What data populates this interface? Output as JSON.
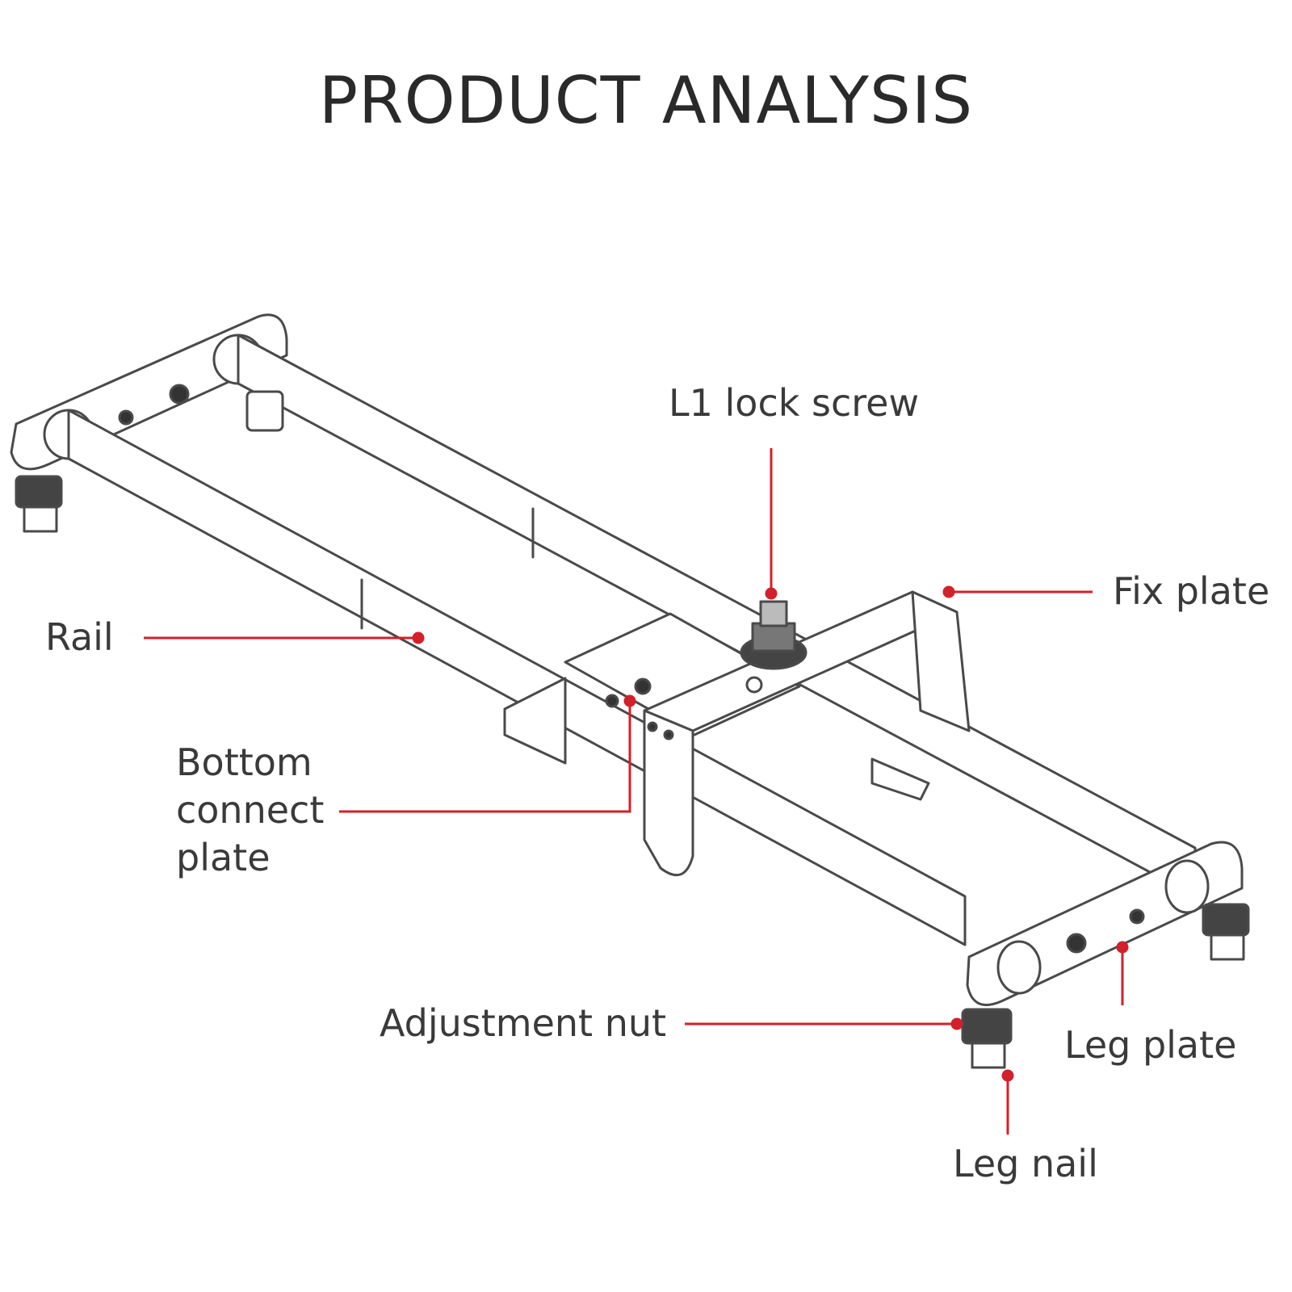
{
  "title": "PRODUCT ANALYSIS",
  "accent_color": "#d3202a",
  "line_color": "#4a4a4a",
  "callouts": {
    "lock_screw": "L1 lock screw",
    "fix_plate": "Fix plate",
    "rail": "Rail",
    "bottom_connect_plate": [
      "Bottom",
      "connect",
      "plate"
    ],
    "adjustment_nut": "Adjustment nut",
    "leg_plate": "Leg plate",
    "leg_nail": "Leg nail"
  }
}
